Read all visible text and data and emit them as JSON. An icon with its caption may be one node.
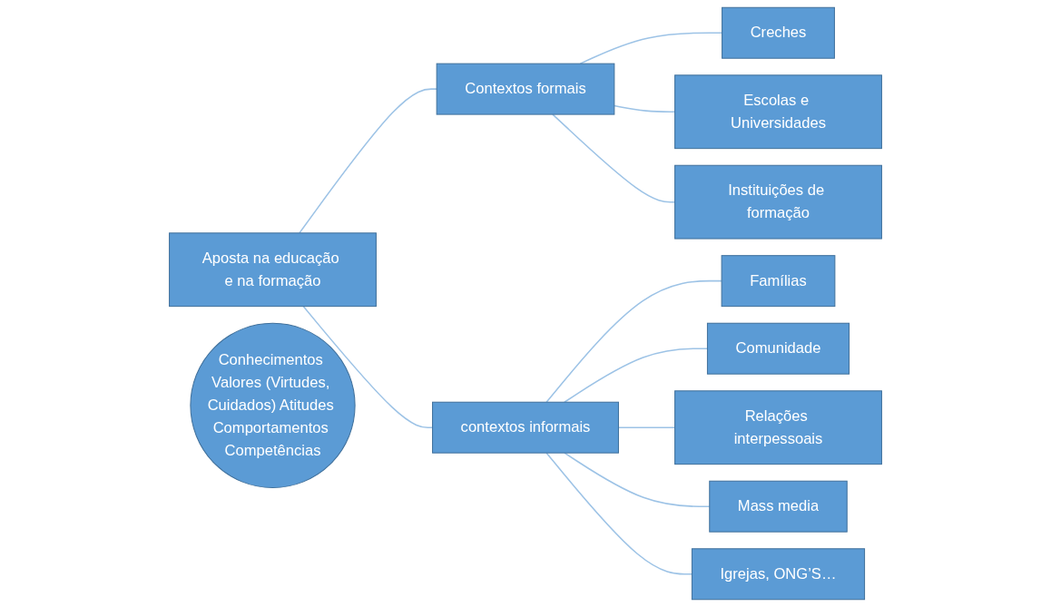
{
  "diagram": {
    "nodes": [
      {
        "text": [
          "Aposta na educação e na formação"
        ]
      },
      {
        "text": [
          "Contextos formais"
        ]
      },
      {
        "text": [
          "Creches"
        ]
      },
      {
        "text": [
          "Escolas e Universidades"
        ]
      },
      {
        "text": [
          "Instituições de formação"
        ]
      },
      {
        "text": [
          "contextos informais"
        ]
      },
      {
        "text": [
          "Famílias"
        ]
      },
      {
        "text": [
          "Comunidade"
        ]
      },
      {
        "text": [
          "Relações interpessoais"
        ]
      },
      {
        "text": [
          "Mass media"
        ]
      },
      {
        "text": [
          "Igrejas, ONG’S…"
        ]
      },
      {
        "text": [
          "Conhecimentos Valores (Virtudes, Cuidados) Atitudes Comportamentos Competências"
        ]
      }
    ],
    "edges": [
      {
        "from": 0,
        "to": 1,
        "arrow": "none"
      },
      {
        "from": 0,
        "to": 5,
        "arrow": "none"
      },
      {
        "from": 1,
        "to": 2,
        "arrow": "none"
      },
      {
        "from": 1,
        "to": 3,
        "arrow": "none"
      },
      {
        "from": 1,
        "to": 4,
        "arrow": "none"
      },
      {
        "from": 5,
        "to": 6,
        "arrow": "none"
      },
      {
        "from": 5,
        "to": 7,
        "arrow": "none"
      },
      {
        "from": 5,
        "to": 8,
        "arrow": "none"
      },
      {
        "from": 5,
        "to": 9,
        "arrow": "none"
      },
      {
        "from": 5,
        "to": 10,
        "arrow": "none"
      }
    ]
  }
}
